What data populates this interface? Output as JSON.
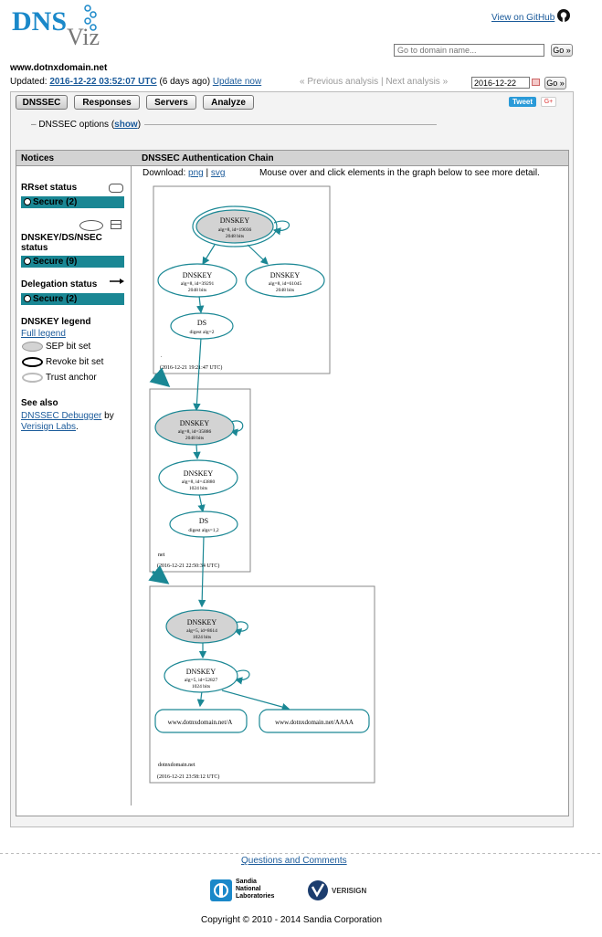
{
  "header": {
    "github_label": "View on GitHub",
    "goto_placeholder": "Go to domain name...",
    "go_label": "Go »"
  },
  "domain": "www.dotnxdomain.net",
  "updated": {
    "prefix": "Updated:",
    "timestamp": "2016-12-22 03:52:07 UTC",
    "ago": "(6 days ago)",
    "update_now": "Update now"
  },
  "nav": {
    "previous": "« Previous analysis",
    "sep": "|",
    "next": "Next analysis »",
    "date_value": "2016-12-22",
    "go_label": "Go »"
  },
  "tabs": [
    {
      "label": "DNSSEC",
      "active": true
    },
    {
      "label": "Responses"
    },
    {
      "label": "Servers"
    },
    {
      "label": "Analyze"
    }
  ],
  "social": {
    "tweet": "Tweet",
    "gplus": "G+"
  },
  "options": {
    "label": "DNSSEC options (",
    "show": "show",
    "close": ")"
  },
  "panel": {
    "notices_title": "Notices",
    "chain_title": "DNSSEC Authentication Chain",
    "download_label": "Download:",
    "download_png": "png",
    "download_svg": "svg",
    "mouse_note": "Mouse over and click elements in the graph below to see more detail."
  },
  "sidebar": {
    "rrset_title": "RRset status",
    "rrset_badge": "Secure (2)",
    "dnskey_title": "DNSKEY/DS/NSEC status",
    "dnskey_badge": "Secure (9)",
    "delegation_title": "Delegation status",
    "delegation_badge": "Secure (2)",
    "legend_title": "DNSKEY legend",
    "full_legend": "Full legend",
    "legend_items": [
      "SEP bit set",
      "Revoke bit set",
      "Trust anchor"
    ],
    "see_also_title": "See also",
    "debugger_link": "DNSSEC Debugger",
    "by": "by",
    "verisign_link": "Verisign Labs",
    "period": "."
  },
  "graph": {
    "zones": [
      {
        "name": ".",
        "time": "(2016-12-21 19:21:47 UTC)"
      },
      {
        "name": "net",
        "time": "(2016-12-21 22:50:34 UTC)"
      },
      {
        "name": "dotnxdomain.net",
        "time": "(2016-12-21 23:58:12 UTC)"
      }
    ],
    "nodes": [
      {
        "title": "DNSKEY",
        "line1": "alg=8, id=19036",
        "line2": "2048 bits"
      },
      {
        "title": "DNSKEY",
        "line1": "alg=8, id=39291",
        "line2": "2048 bits"
      },
      {
        "title": "DNSKEY",
        "line1": "alg=8, id=61045",
        "line2": "2048 bits"
      },
      {
        "title": "DS",
        "line1": "digest alg=2"
      },
      {
        "title": "DNSKEY",
        "line1": "alg=8, id=35886",
        "line2": "2048 bits"
      },
      {
        "title": "DNSKEY",
        "line1": "alg=8, id=43880",
        "line2": "1024 bits"
      },
      {
        "title": "DS",
        "line1": "digest algs=1,2"
      },
      {
        "title": "DNSKEY",
        "line1": "alg=5, id=8614",
        "line2": "1024 bits"
      },
      {
        "title": "DNSKEY",
        "line1": "alg=5, id=52827",
        "line2": "1024 bits"
      },
      {
        "title": "www.dotnxdomain.net/A"
      },
      {
        "title": "www.dotnxdomain.net/AAAA"
      }
    ]
  },
  "footer": {
    "questions": "Questions and Comments",
    "sandia_1": "Sandia",
    "sandia_2": "National",
    "sandia_3": "Laboratories",
    "verisign": "VERISIGN",
    "copyright": "Copyright © 2010 - 2014 Sandia Corporation"
  },
  "colors": {
    "accent": "#1a8794",
    "link": "#1a5a9a",
    "sep_fill": "#d3d3d3",
    "logo_blue": "#1a88c9"
  }
}
